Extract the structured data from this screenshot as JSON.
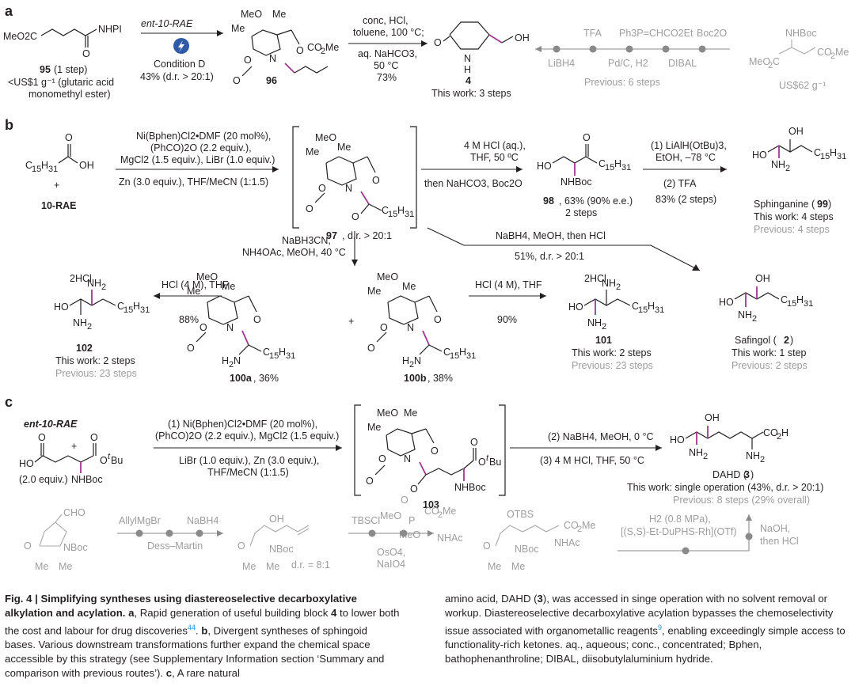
{
  "panels": {
    "a": "a",
    "b": "b",
    "c": "c"
  },
  "colors": {
    "accent_bond": "#a0388f",
    "grey_text": "#9d9d9d",
    "condition_icon": "#2f5aa8",
    "ref_link": "#2a8fd3"
  },
  "a": {
    "sm_formula": "MeO2C",
    "sm_nhpi": "NHPI",
    "sm_label": "95",
    "sm_steps": "(1 step)",
    "sm_cost": "<US$1 g⁻¹ (glutaric acid",
    "sm_cost2": "monomethyl ester)",
    "reagent": "ent-10-RAE",
    "condition_icon": "lightning-icon",
    "condition": "Condition D",
    "yield": "43% (d.r. > 20:1)",
    "int_label": "96",
    "cond1": "conc, HCl,",
    "cond2": "toluene, 100 °C;",
    "cond3": "aq. NaHCO3,",
    "cond4": "50 °C",
    "cond5": "73%",
    "prod_label": "4",
    "prod_steps": "This work: 3 steps",
    "prev_reagents_top": [
      "TFA",
      "Ph3P=CHCO2Et",
      "Boc2O"
    ],
    "prev_reagents_bottom": [
      "LiBH4",
      "Pd/C, H2",
      "DIBAL"
    ],
    "prev_steps": "Previous: 6 steps",
    "prev_cost": "US$62 g⁻¹"
  },
  "b": {
    "acid": "C15H31",
    "rae": "10-RAE",
    "cond1": "Ni(Bphen)Cl2•DMF (20 mol%),",
    "cond2": "(PhCO)2O (2.2 equiv.),",
    "cond3": "MgCl2 (1.5 equiv.), LiBr (1.0 equiv.)",
    "cond4": "Zn (3.0 equiv.), THF/MeCN (1:1.5)",
    "int_label": "97",
    "int_dr": ", d.r. > 20:1",
    "hcl_cond1": "4 M HCl (aq.),",
    "hcl_cond2": "THF, 50 ºC",
    "hcl_cond3": "then NaHCO3, Boc2O",
    "ketone_label": "98",
    "ketone_yield": ", 63% (90% e.e.)",
    "ketone_steps": "2 steps",
    "red_cond1": "(1) LiAlH(OtBu)3,",
    "red_cond2": "EtOH, –78 °C",
    "red_cond3": "(2) TFA",
    "red_cond4": "83% (2 steps)",
    "sph_name": "Sphinganine (",
    "sph_num": "99",
    "sph_steps": "This work: 4 steps",
    "sph_prev": "Previous: 4 steps",
    "nabh4": "NaBH4, MeOH, then HCl",
    "nabh4_yield": "51%, d.r. > 20:1",
    "saf_name": "Safingol (",
    "saf_num": "2",
    "saf_steps": "This work: 1 step",
    "saf_prev": "Previous: 2 steps",
    "ra_cond1": "NaBH3CN,",
    "ra_cond2": "NH4OAc, MeOH, 40 °C",
    "a100": "100a",
    "a100_yield": ", 36%",
    "b100": "100b",
    "b100_yield": ", 38%",
    "hcl_left": "HCl (4 M), THF",
    "hcl_left_yield": "88%",
    "hcl_right": "HCl (4 M), THF",
    "hcl_right_yield": "90%",
    "p102": "102",
    "p102_steps": "This work: 2 steps",
    "p102_prev": "Previous: 23 steps",
    "p101": "101",
    "p101_steps": "This work: 2 steps",
    "p101_prev": "Previous: 23 steps",
    "salt": "2HCl"
  },
  "c": {
    "rae": "ent-10-RAE",
    "equiv": "(2.0 equiv.)",
    "cond1": "(1) Ni(Bphen)Cl2•DMF (20 mol%),",
    "cond2": "(PhCO)2O (2.2 equiv.), MgCl2 (1.5 equiv.)",
    "cond3": "LiBr (1.0 equiv.), Zn (3.0 equiv.),",
    "cond4": "THF/MeCN (1:1.5)",
    "int_label": "103",
    "step2": "(2) NaBH4, MeOH, 0 °C",
    "step3": "(3) 4 M HCl, THF, 50 °C",
    "prod_name": "DAHD (",
    "prod_num": "3",
    "prod_steps": "This work: single operation (43%, d.r. > 20:1)",
    "prod_prev": "Previous: 8 steps (29% overall)",
    "prev_r1_top": [
      "AllylMgBr",
      "NaBH4"
    ],
    "prev_r1_bottom": "Dess–Martin",
    "prev_dr": "d.r. = 8:1",
    "prev_r2_top": "TBSCl",
    "prev_r2_bottom": [
      "OsO4,",
      "NaIO4"
    ],
    "prev_r3": [
      "H2 (0.8 MPa),",
      "[(S,S)-Et-DuPHS-Rh](OTf)"
    ],
    "prev_r4": [
      "NaOH,",
      "then HCl"
    ]
  },
  "caption": {
    "fig": "Fig. 4 | Simplifying syntheses using diastereoselective decarboxylative alkylation and acylation.",
    "a_label": "a",
    "a_text": ", Rapid generation of useful building block ",
    "a_bold": "4",
    "a_text2": " to lower both the cost and labour for drug discoveries",
    "ref44": "44",
    "b_label": "b",
    "b_text": ", Divergent syntheses of sphingoid bases. Various downstream transformations further expand the chemical space accessible by this strategy (see Supplementary Information section ‘Summary and comparison with previous routes’). ",
    "c_label": "c",
    "c_text": ", A rare natural",
    "right_1": "amino acid, DAHD (",
    "right_bold": "3",
    "right_2": "), was accessed in singe operation with no solvent removal or workup. Diastereoselective decarboxylative acylation bypasses the chemoselectivity issue associated with organometallic reagents",
    "ref9": "9",
    "right_3": ", enabling exceedingly simple access to functionality-rich ketones. aq., aqueous; conc., concentrated; Bphen, bathophenanthroline; DIBAL, diisobutylaluminium hydride."
  }
}
